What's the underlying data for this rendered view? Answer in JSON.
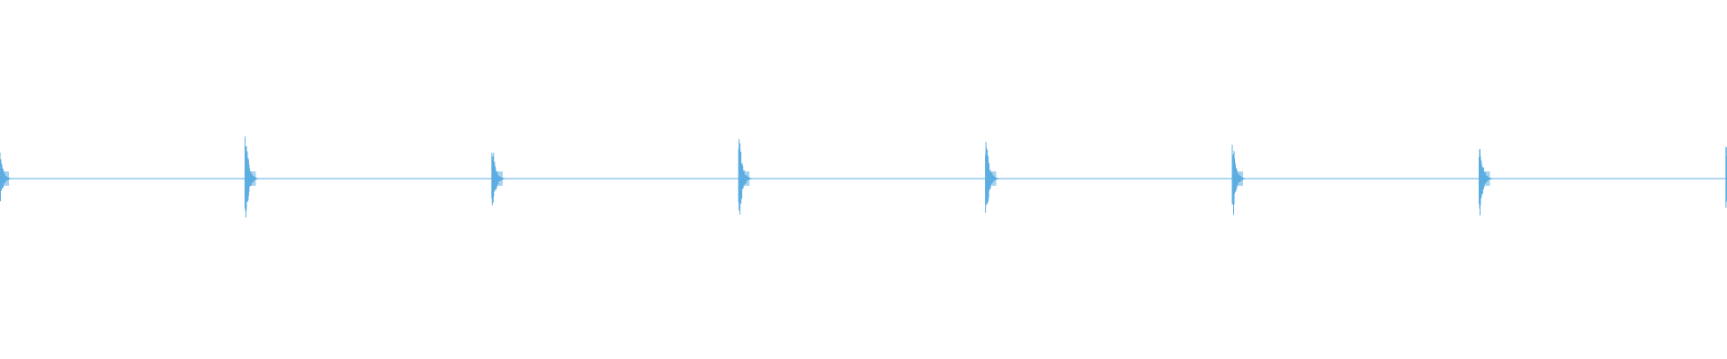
{
  "waveform": {
    "color": "#5DADE2",
    "background": "#ffffff",
    "click_count": 8,
    "clicks": [
      {
        "index": 0,
        "peak_up": 0.7,
        "peak_down": 0.65
      },
      {
        "index": 1,
        "peak_up": 0.8,
        "peak_down": 0.78
      },
      {
        "index": 2,
        "peak_up": 0.62,
        "peak_down": 0.64
      },
      {
        "index": 3,
        "peak_up": 0.74,
        "peak_down": 0.74
      },
      {
        "index": 4,
        "peak_up": 0.73,
        "peak_down": 0.72
      },
      {
        "index": 5,
        "peak_up": 0.66,
        "peak_down": 0.68
      },
      {
        "index": 6,
        "peak_up": 0.7,
        "peak_down": 0.7
      },
      {
        "index": 7,
        "peak_up": 0.6,
        "peak_down": 0.6
      }
    ],
    "zoom_state": "full-track"
  }
}
